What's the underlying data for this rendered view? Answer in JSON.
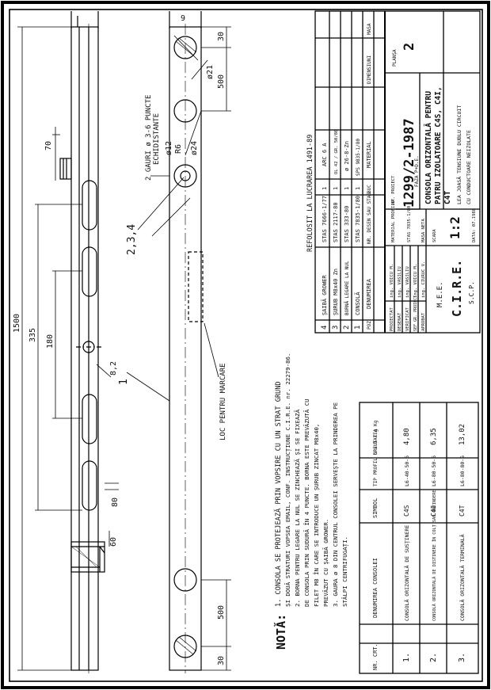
{
  "drawing": {
    "dimensions": {
      "width_top": "9",
      "dim_70": "70",
      "dim_1500": "1500",
      "dim_335": "335",
      "dim_180": "180",
      "dim_80": "80",
      "dim_phi_12": "ø12",
      "dim_phi_21": "ø21",
      "dim_phi_24": "ø24",
      "dim_r6": "R6",
      "dim_30_top": "30",
      "dim_500_top": "500",
      "dim_500_bottom": "500",
      "dim_30_bottom": "30",
      "dim_82": "8,2",
      "dim_60": "60"
    },
    "annotations": {
      "holes_note_line1": "2 GAURI ø 3-6 PUNCTE",
      "holes_note_line2": "ECHIDISTANTE",
      "callout_234": "2,3,4",
      "callout_1": "1",
      "marking_place": "LOC PENTRU MARCARE"
    }
  },
  "notes": {
    "heading": "NOTĂ:",
    "items": [
      "1. CONSOLA SE PROTEJEAZĂ PRIN VOPSIRE CU UN STRAT GRUND",
      "ȘI DOUĂ STRATURI VOPSEA EMAIL, CONF. INSTRUCȚIUNE C.I.R.E. nr. 22279-86.",
      "2. BORNA PENTRU LEGARE LA NUL SE ZINCHEAZĂ ȘI SE FIXEAZĂ",
      "DE CONSOLA PRIN SUDURĂ ÎN 4 PUNCTE. BORNA ESTE PREVĂZUTĂ CU",
      "FILET M8 ÎN CARE SE INTRODUCE UN ȘURUB ZINCAT M8x40,",
      "PREVĂZUT CU ȘAIBĂ GROWER.",
      "3. GAURA ø 8 DIN CENTRUL CONSOLEI SERVEȘTE LA PRINDEREA PE",
      "STÂLPI CENTRIFUGAȚI."
    ]
  },
  "variants_table": {
    "headers": [
      "NR. CRT.",
      "DENUMIREA CONSOLEI",
      "SIMBOL",
      "TIP PROFIL h x b x g",
      "GREUTATEA Kg"
    ],
    "rows": [
      {
        "nr": "1.",
        "name": "CONSOLĂ ORIZONTALĂ DE SUSȚINERE",
        "symbol": "C4S",
        "profile": "L6-40-50-5",
        "weight": "4,80"
      },
      {
        "nr": "2.",
        "name": "CONSOLĂ ORIZONTALĂ DE DISTINERE ÎN COLȚ SAU ÎNTINDERE",
        "symbol": "C4I",
        "profile": "L6-80-50-5",
        "weight": "6,35"
      },
      {
        "nr": "3.",
        "name": "CONSOLĂ ORIZONTALĂ TERMINALĂ",
        "symbol": "C4T",
        "profile": "L6-80-80-5",
        "weight": "13,02"
      }
    ]
  },
  "title_block": {
    "reused_label": "REFOLOSIT LA LUCRAREA 1491-89",
    "parts_rows": [
      {
        "poz": "4",
        "name": "ȘAIBĂ GROWER",
        "standard": "STAS 7666-1/77",
        "qty": "1",
        "material": "ARC 6 A"
      },
      {
        "poz": "3",
        "name": "ȘURUB M8x40 Zn",
        "standard": "STAS 2117-80",
        "qty": "1",
        "material": "OL 42 / GR. 50/80"
      },
      {
        "poz": "2",
        "name": "BORNĂ LEGARE LA NUL",
        "standard": "STAS 333-80",
        "qty": "1",
        "material": "ø 26-8-Zn"
      },
      {
        "poz": "1",
        "name": "CONSOLĂ",
        "standard": "STAS 7835-1/80",
        "qty": "1",
        "material": "SPS 9835-1/80"
      }
    ],
    "parts_header": {
      "poz": "POZ",
      "name": "DENUMIREA",
      "standard": "NR. DESEN SAU STAS",
      "qty": "BUC",
      "material": "MATERIAL",
      "dim": "DIMENSIUNI",
      "mass": "MASA"
    },
    "roles": [
      {
        "role": "PROIECTAT",
        "name": "ing. VOICU M."
      },
      {
        "role": "DESENAT",
        "name": "ing. VASILIU"
      },
      {
        "role": "VERIFICAT",
        "name": "ing. VASILIU"
      },
      {
        "role": "SEF GR. PROIECT",
        "name": "ing. VOICU M."
      },
      {
        "role": "APROBAT",
        "name": "ing. CIURUC V."
      }
    ],
    "material_label": "MATERIAL PROFILU'",
    "material_value": "STAS 7835-1/80",
    "mass_label": "MASA NETA",
    "scale_label": "SCARA",
    "scale_value": "1:2",
    "project_label": "NR. PROIECT",
    "project_number": "1299/2-1987",
    "phase_label": "FAZA P+D.E.",
    "sheet_label": "PLANȘA",
    "sheet_number": "2",
    "title_line1": "CONSOLA ORIZONTALĂ PENTRU",
    "title_line2": "PATRU IZOLATOARE C4S, C4I,",
    "title_line3": "C4T",
    "subtitle_line1": "LEA JOASĂ TENSIUNE DUBLU CIRCUIT",
    "subtitle_line2": "CU CONDUCTOARE NEIZOLATE",
    "org_line1": "M.E.E.",
    "org_line2": "C.I.R.E.",
    "org_line3": "S.C.P.",
    "date_value": "DATA: 07.1988"
  }
}
